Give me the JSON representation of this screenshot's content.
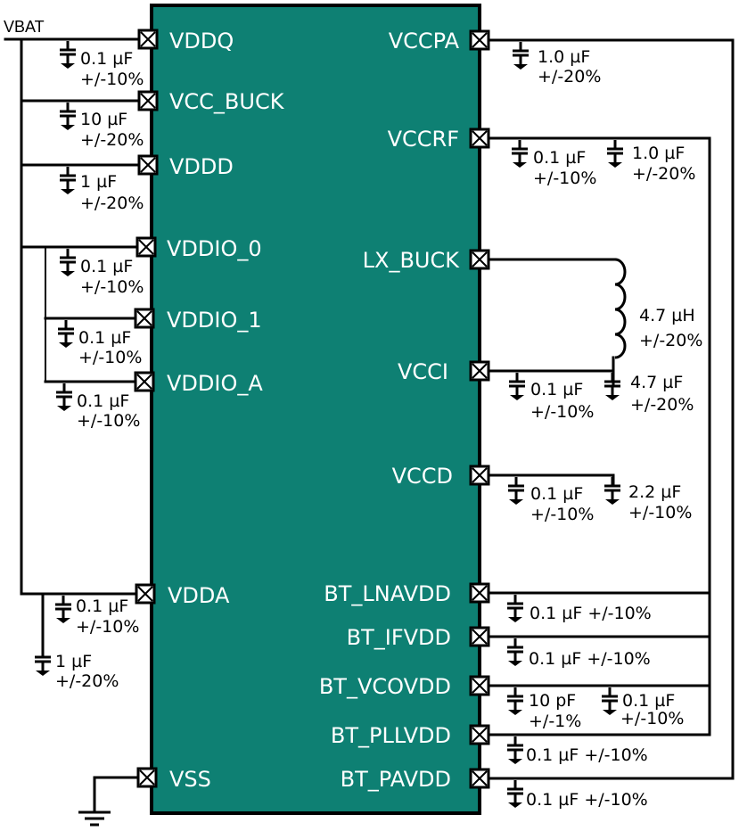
{
  "diagram": {
    "title": "Power supply decoupling schematic",
    "chip_color": "#0e8073",
    "net_vbat": "VBAT",
    "left_pins": [
      {
        "name": "VDDQ"
      },
      {
        "name": "VCC_BUCK"
      },
      {
        "name": "VDDD"
      },
      {
        "name": "VDDIO_0"
      },
      {
        "name": "VDDIO_1"
      },
      {
        "name": "VDDIO_A"
      },
      {
        "name": "VDDA"
      },
      {
        "name": "VSS"
      }
    ],
    "right_pins": [
      {
        "name": "VCCPA"
      },
      {
        "name": "VCCRF"
      },
      {
        "name": "LX_BUCK"
      },
      {
        "name": "VCCI"
      },
      {
        "name": "VCCD"
      },
      {
        "name": "BT_LNAVDD"
      },
      {
        "name": "BT_IFVDD"
      },
      {
        "name": "BT_VCOVDD"
      },
      {
        "name": "BT_PLLVDD"
      },
      {
        "name": "BT_PAVDD"
      }
    ],
    "components": {
      "c_vddq": {
        "value": "0.1 µF",
        "tol": "+/-10%"
      },
      "c_vccbuck": {
        "value": "10 µF",
        "tol": "+/-20%"
      },
      "c_vddd": {
        "value": "1 µF",
        "tol": "+/-20%"
      },
      "c_vddio0": {
        "value": "0.1 µF",
        "tol": "+/-10%"
      },
      "c_vddio1": {
        "value": "0.1 µF",
        "tol": "+/-10%"
      },
      "c_vddioa": {
        "value": "0.1 µF",
        "tol": "+/-10%"
      },
      "c_vdda1": {
        "value": "0.1 µF",
        "tol": "+/-10%"
      },
      "c_vdda2": {
        "value": "1 µF",
        "tol": "+/-20%"
      },
      "c_vccpa": {
        "value": "1.0 µF",
        "tol": "+/-20%"
      },
      "c_vccrf1": {
        "value": "0.1 µF",
        "tol": "+/-10%"
      },
      "c_vccrf2": {
        "value": "1.0 µF",
        "tol": "+/-20%"
      },
      "l_buck": {
        "value": "4.7 µH",
        "tol": "+/-20%"
      },
      "c_vcci1": {
        "value": "0.1 µF",
        "tol": "+/-10%"
      },
      "c_vcci2": {
        "value": "4.7 µF",
        "tol": "+/-20%"
      },
      "c_vccd1": {
        "value": "0.1 µF",
        "tol": "+/-10%"
      },
      "c_vccd2": {
        "value": "2.2 µF",
        "tol": "+/-10%"
      },
      "c_lna": {
        "label": "0.1 µF +/-10%"
      },
      "c_if": {
        "label": "0.1 µF +/-10%"
      },
      "c_vco1": {
        "value": "10 pF",
        "tol": "+/-1%"
      },
      "c_vco2": {
        "value": "0.1 µF",
        "tol": "+/-10%"
      },
      "c_pll": {
        "label": "0.1 µF +/-10%"
      },
      "c_pa": {
        "label": "0.1 µF +/-10%"
      }
    }
  }
}
